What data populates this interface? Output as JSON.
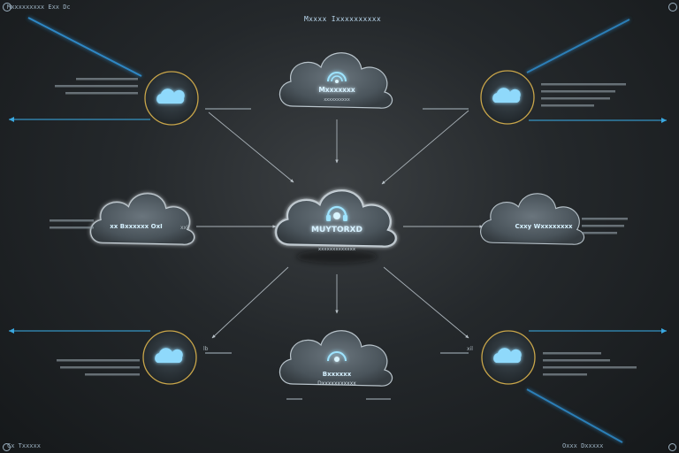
{
  "header": {
    "corner_top_left": "Mxxxxxxxxx Exx Dc",
    "title": "Mxxxx Ixxxxxxxxxx",
    "corner_bottom_left": "Cx Txxxxx",
    "corner_bottom_right": "Oxxx Dxxxxx"
  },
  "central_node": {
    "title": "MUYTORXD",
    "subtitle": "xxxxxxxxxxxxx"
  },
  "top_node": {
    "label": "Mxxxxxxx",
    "subtitle": "xxxxxxxxxx"
  },
  "bottom_node": {
    "label": "Bxxxxxx",
    "subtitle": "Dxxxxxxxxxxx"
  },
  "left_node": {
    "label": "xx Bxxxxxx OxI"
  },
  "right_node": {
    "label": "Cxxy Wxxxxxxxx"
  },
  "left_edge_label": "xxl:",
  "bottom_right_tag": "xil",
  "bottom_left_tag": "lb",
  "colors": {
    "accent": "#3aa8e0",
    "cloud_fill": "#59636b",
    "glow": "#9ee4ff",
    "ring": "#c9a64a"
  }
}
